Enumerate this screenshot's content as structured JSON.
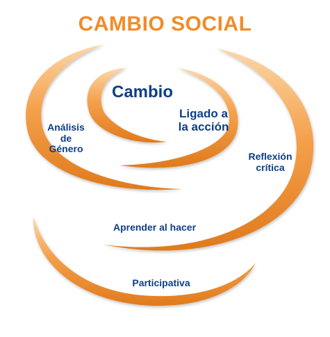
{
  "title": "CAMBIO SOCIAL",
  "labels": {
    "cambio": "Cambio",
    "ligado_line1": "Ligado a",
    "ligado_line2": "la acción",
    "analisis_line1": "Análisis",
    "analisis_line2": "de",
    "analisis_line3": "Género",
    "reflexion_line1": "Reflexión",
    "reflexion_line2": "crítica",
    "aprender": "Aprender al hacer",
    "participativa": "Participativa"
  },
  "colors": {
    "title": "#f08c2a",
    "spiral_light": "#fcd7a8",
    "spiral_main": "#f4a04b",
    "spiral_dark": "#e07a1c",
    "text": "#0d3f86"
  }
}
